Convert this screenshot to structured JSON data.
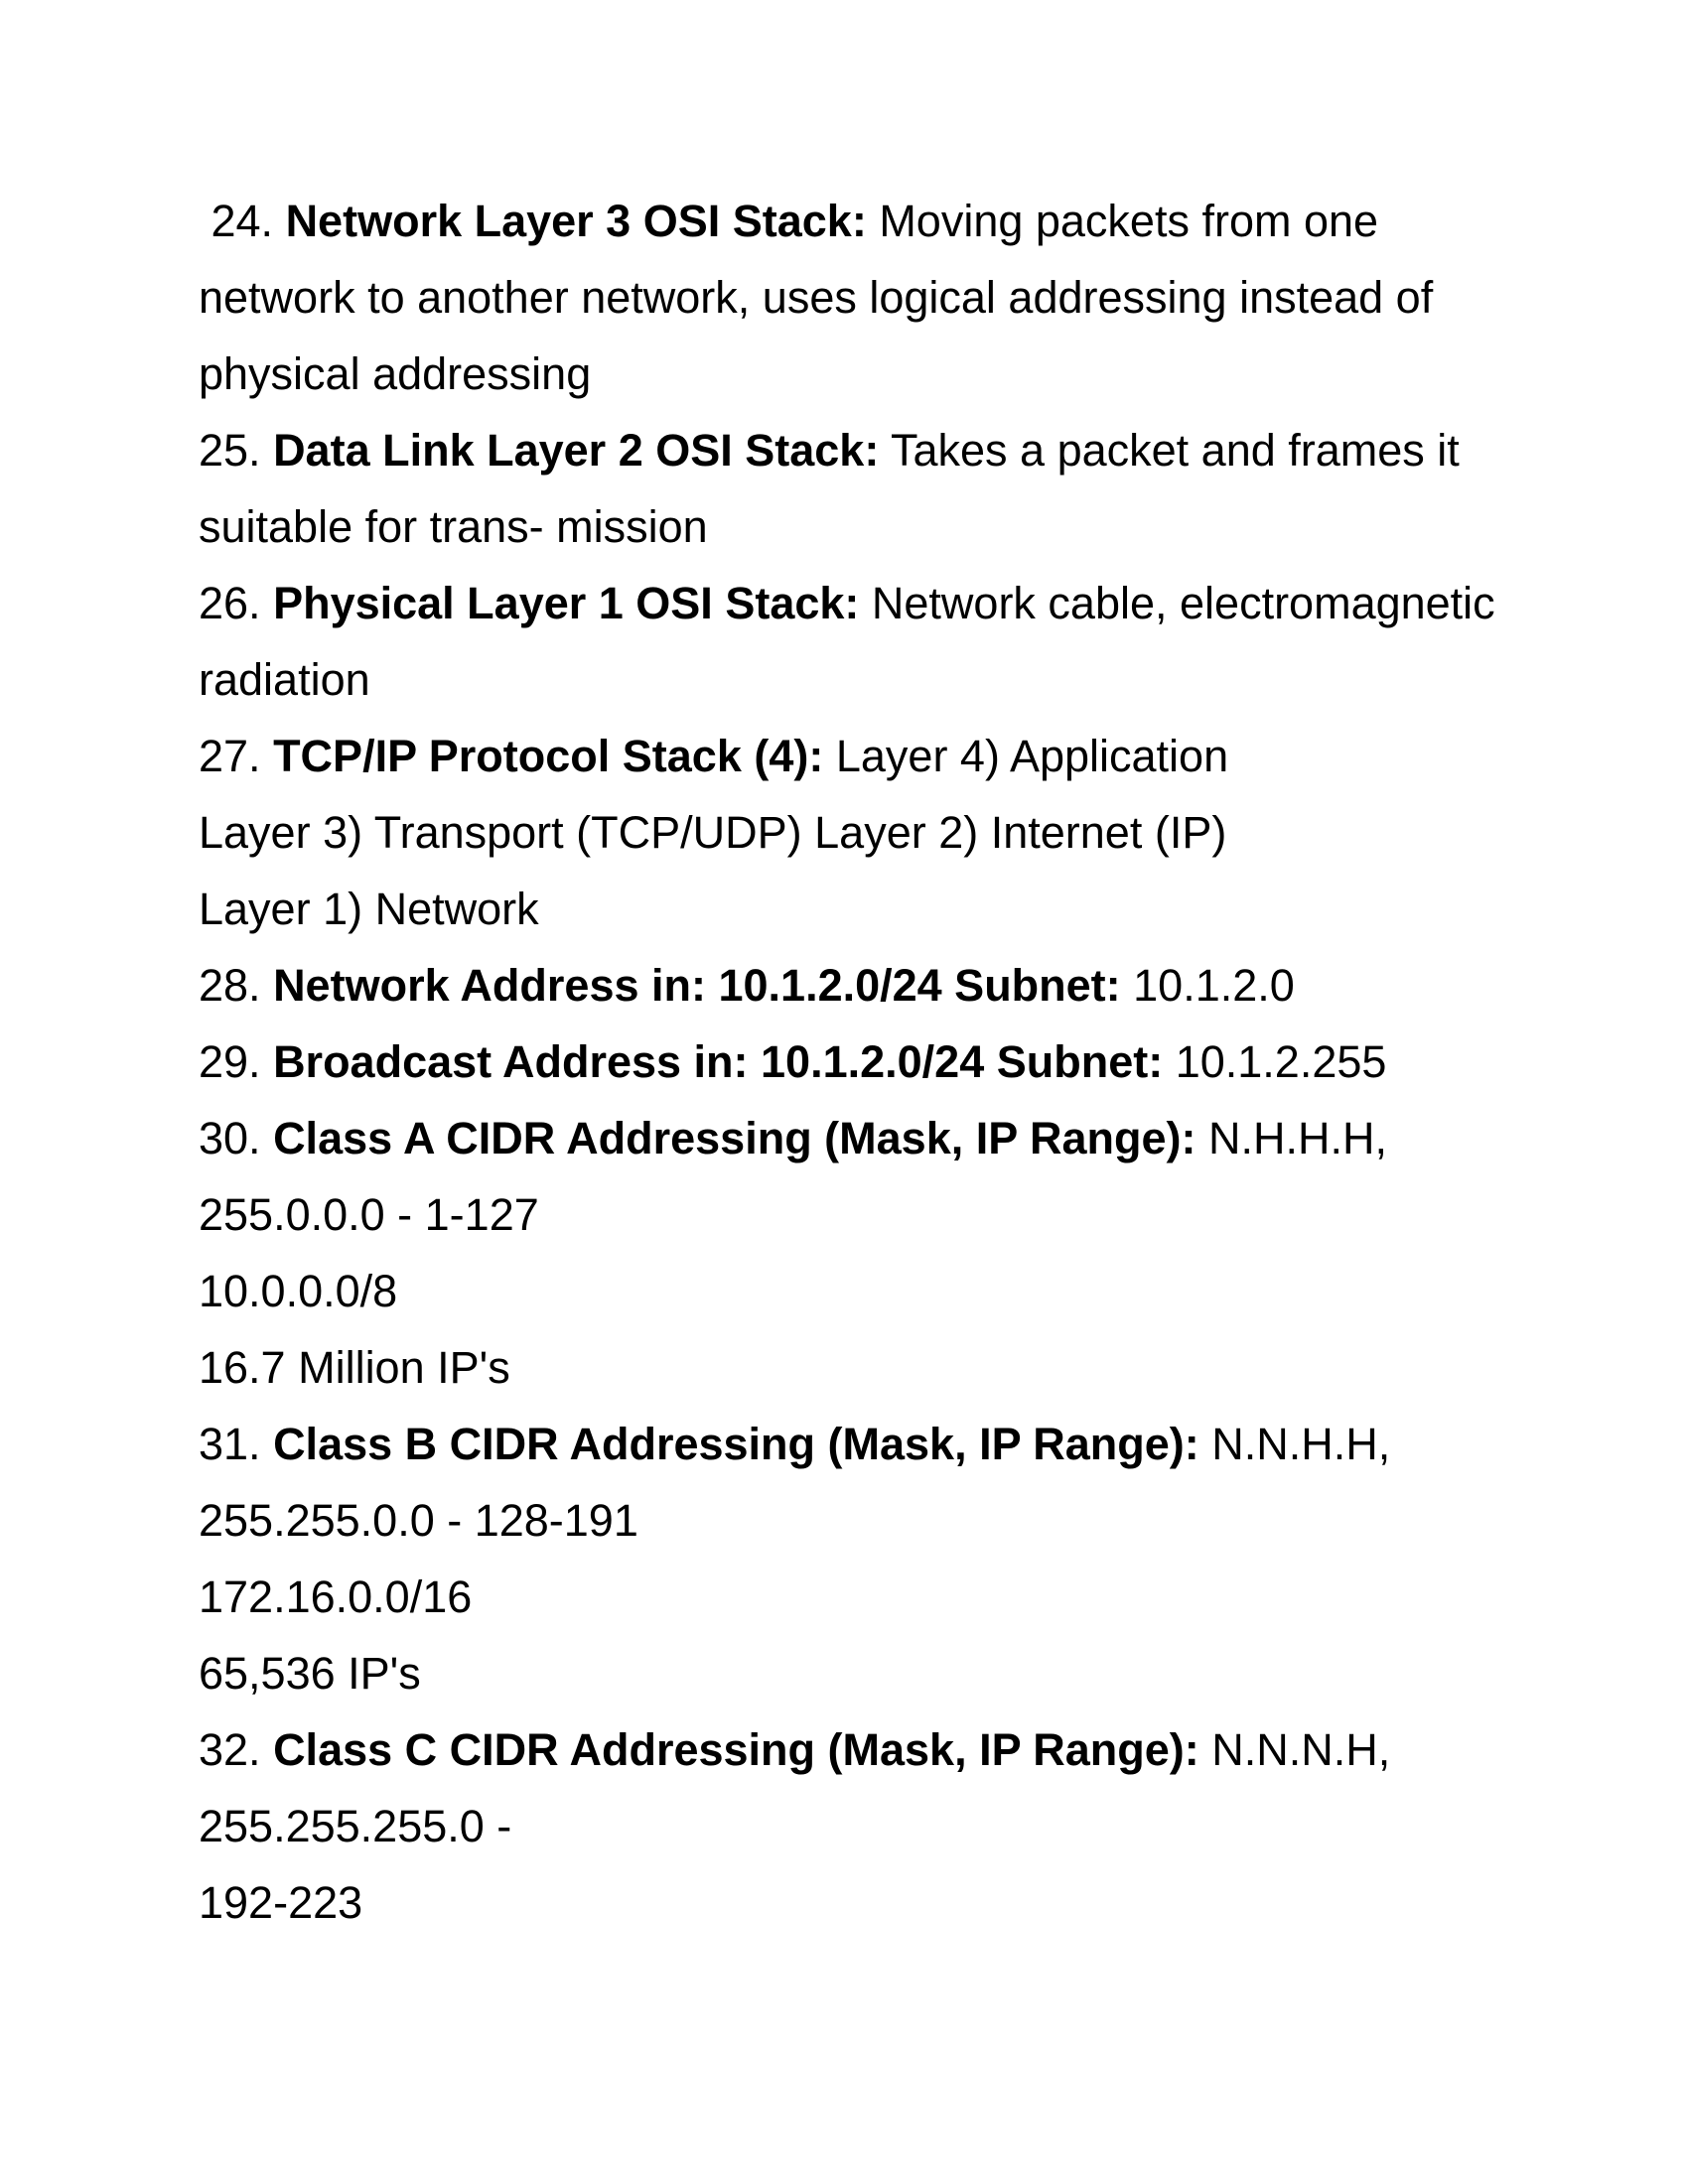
{
  "page": {
    "background_color": "#ffffff",
    "text_color": "#000000",
    "description": "White study-notes document page with numbered glossary items 24-32 about networking"
  },
  "document": {
    "lines": [
      {
        "name": "item-24-line-1",
        "segments": [
          {
            "t": " 24. ",
            "b": false
          },
          {
            "t": "Network Layer 3 OSI Stack:",
            "b": true
          },
          {
            "t": " Moving packets from one",
            "b": false
          }
        ]
      },
      {
        "name": "item-24-line-2",
        "segments": [
          {
            "t": "network to another network, uses logical addressing instead of",
            "b": false
          }
        ]
      },
      {
        "name": "item-24-line-3",
        "segments": [
          {
            "t": "physical addressing",
            "b": false
          }
        ]
      },
      {
        "name": "item-25-line-1",
        "segments": [
          {
            "t": "25. ",
            "b": false
          },
          {
            "t": "Data Link Layer 2 OSI Stack:",
            "b": true
          },
          {
            "t": " Takes a packet and frames it",
            "b": false
          }
        ]
      },
      {
        "name": "item-25-line-2",
        "segments": [
          {
            "t": "suitable for trans- mission",
            "b": false
          }
        ]
      },
      {
        "name": "item-26-line-1",
        "segments": [
          {
            "t": "26. ",
            "b": false
          },
          {
            "t": "Physical Layer 1 OSI Stack:",
            "b": true
          },
          {
            "t": " Network cable, electromagnetic",
            "b": false
          }
        ]
      },
      {
        "name": "item-26-line-2",
        "segments": [
          {
            "t": "radiation",
            "b": false
          }
        ]
      },
      {
        "name": "item-27-line-1",
        "segments": [
          {
            "t": "27. ",
            "b": false
          },
          {
            "t": "TCP/IP Protocol Stack (4):",
            "b": true
          },
          {
            "t": " Layer 4) Application",
            "b": false
          }
        ]
      },
      {
        "name": "item-27-line-2",
        "segments": [
          {
            "t": "Layer 3) Transport (TCP/UDP) Layer 2) Internet (IP)",
            "b": false
          }
        ]
      },
      {
        "name": "item-27-line-3",
        "segments": [
          {
            "t": "Layer 1) Network",
            "b": false
          }
        ]
      },
      {
        "name": "item-28-line-1",
        "segments": [
          {
            "t": "28. ",
            "b": false
          },
          {
            "t": "Network Address in: 10.1.2.0/24 Subnet:",
            "b": true
          },
          {
            "t": " 10.1.2.0",
            "b": false
          }
        ]
      },
      {
        "name": "item-29-line-1",
        "segments": [
          {
            "t": "29. ",
            "b": false
          },
          {
            "t": "Broadcast Address in: 10.1.2.0/24 Subnet:",
            "b": true
          },
          {
            "t": " 10.1.2.255",
            "b": false
          }
        ]
      },
      {
        "name": "item-30-line-1",
        "segments": [
          {
            "t": "30. ",
            "b": false
          },
          {
            "t": "Class A CIDR Addressing (Mask, IP Range):",
            "b": true
          },
          {
            "t": " N.H.H.H,",
            "b": false
          }
        ]
      },
      {
        "name": "item-30-line-2",
        "segments": [
          {
            "t": "255.0.0.0 - 1-127",
            "b": false
          }
        ]
      },
      {
        "name": "item-30-line-3",
        "segments": [
          {
            "t": "10.0.0.0/8",
            "b": false
          }
        ]
      },
      {
        "name": "item-30-line-4",
        "segments": [
          {
            "t": "16.7 Million IP's",
            "b": false
          }
        ]
      },
      {
        "name": "item-31-line-1",
        "segments": [
          {
            "t": "31. ",
            "b": false
          },
          {
            "t": "Class B CIDR Addressing (Mask, IP Range):",
            "b": true
          },
          {
            "t": " N.N.H.H,",
            "b": false
          }
        ]
      },
      {
        "name": "item-31-line-2",
        "segments": [
          {
            "t": "255.255.0.0 - 128-191",
            "b": false
          }
        ]
      },
      {
        "name": "item-31-line-3",
        "segments": [
          {
            "t": "172.16.0.0/16",
            "b": false
          }
        ]
      },
      {
        "name": "item-31-line-4",
        "segments": [
          {
            "t": "65,536 IP's",
            "b": false
          }
        ]
      },
      {
        "name": "item-32-line-1",
        "segments": [
          {
            "t": "32. ",
            "b": false
          },
          {
            "t": "Class C CIDR Addressing (Mask, IP Range):",
            "b": true
          },
          {
            "t": " N.N.N.H,",
            "b": false
          }
        ]
      },
      {
        "name": "item-32-line-2",
        "segments": [
          {
            "t": "255.255.255.0 -",
            "b": false
          }
        ]
      },
      {
        "name": "item-32-line-3",
        "segments": [
          {
            "t": "192-223",
            "b": false
          }
        ]
      }
    ]
  }
}
